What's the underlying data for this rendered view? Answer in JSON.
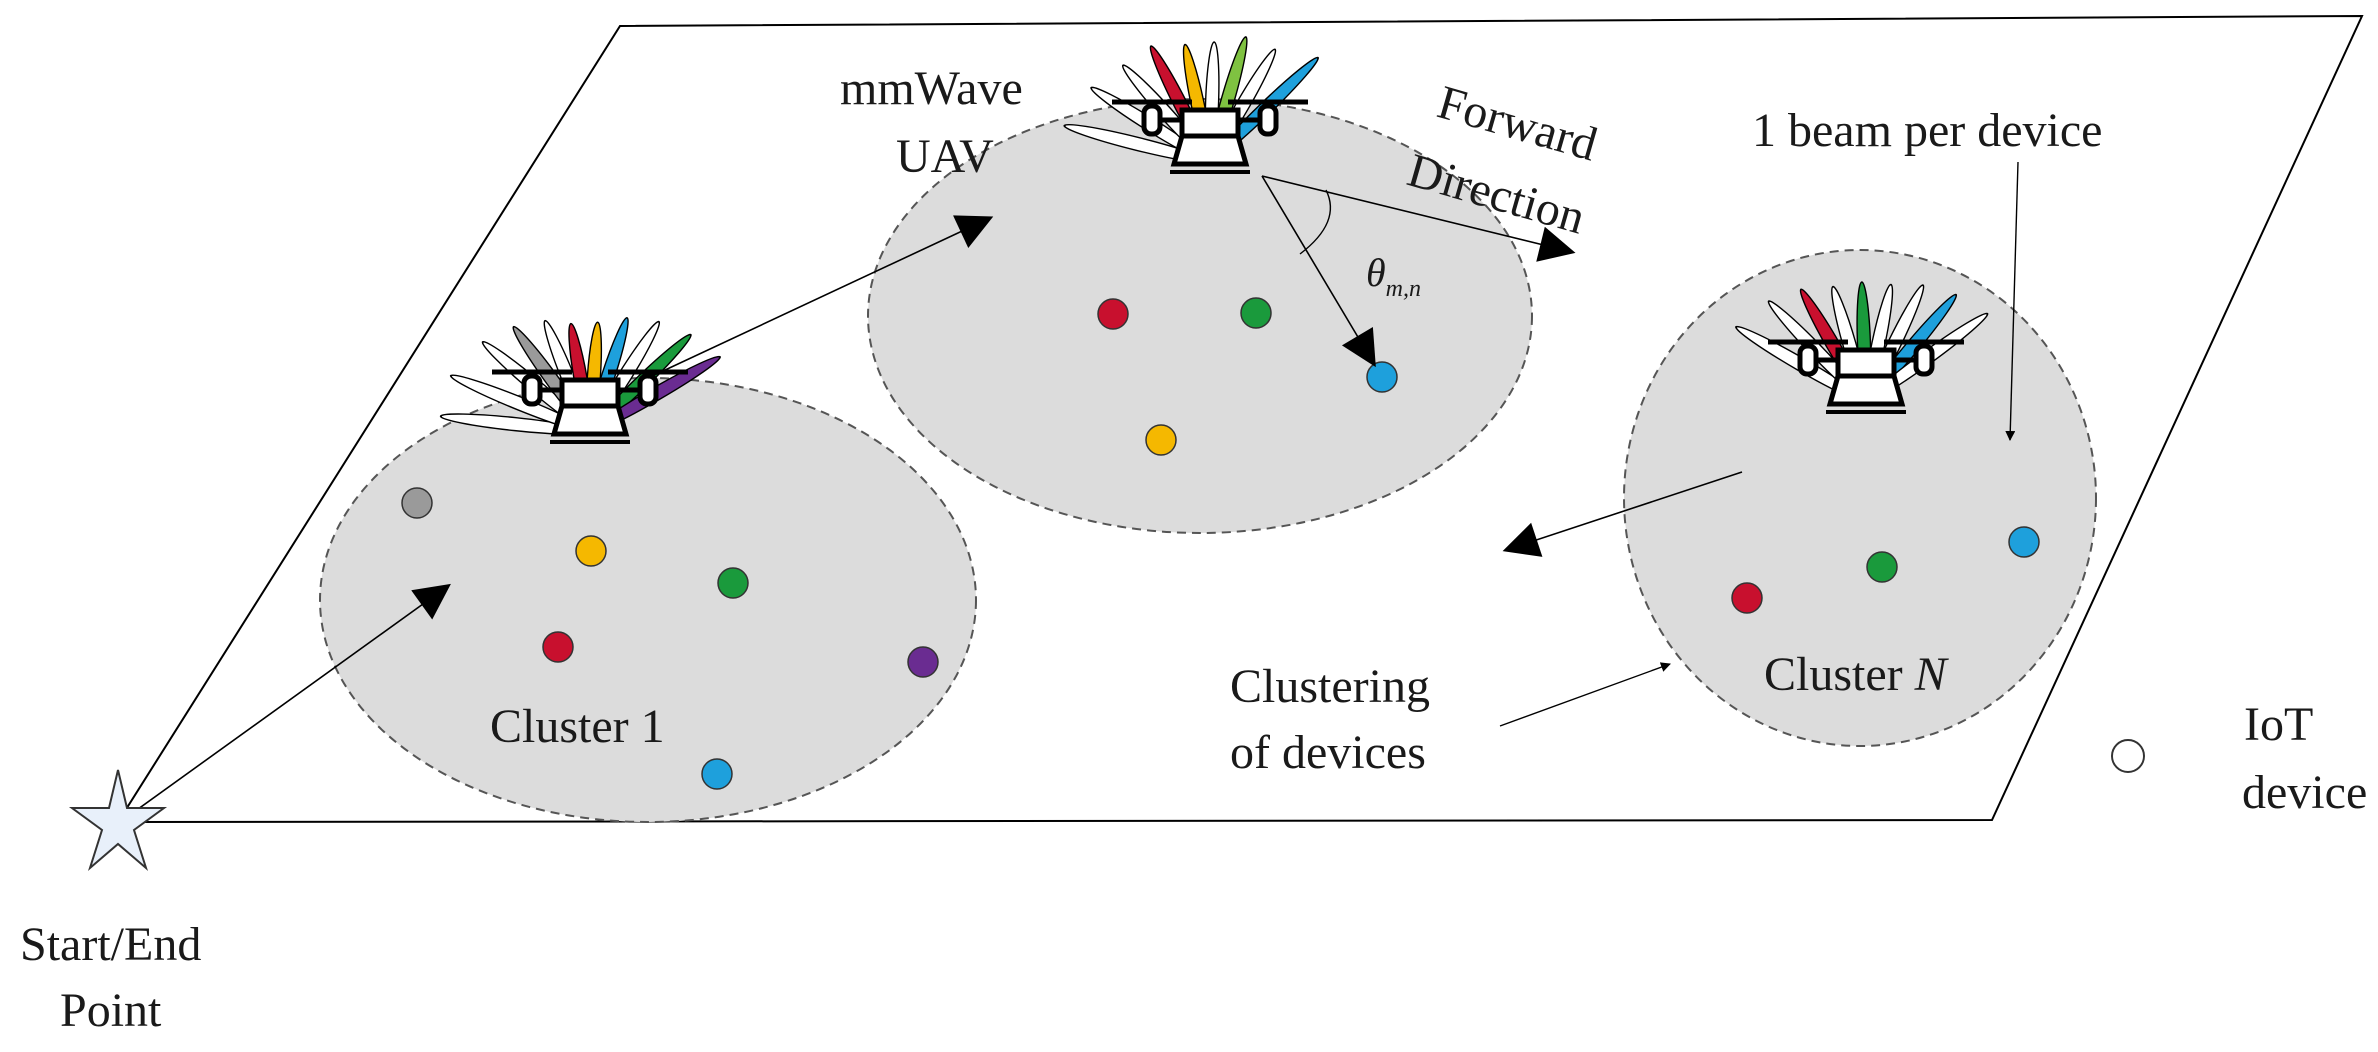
{
  "labels": {
    "start_end_line1": "Start/End",
    "start_end_line2": "Point",
    "cluster1": "Cluster 1",
    "clusterN_prefix": "Cluster ",
    "clusterN_var": "N",
    "mmwave_line1": "mmWave",
    "mmwave_line2": "UAV",
    "forward_line1": "Forward",
    "forward_line2": "Direction",
    "theta_symbol": "θ",
    "theta_sub": "m,n",
    "beam_per_device": "1 beam per device",
    "clustering_line1": "Clustering",
    "clustering_line2": "of devices",
    "iot_line1": "IoT",
    "iot_line2": "device"
  },
  "colors": {
    "red": "#c8102e",
    "yellow": "#f5b800",
    "green": "#1a9a3c",
    "blue": "#1ea0dc",
    "purple": "#6a2c91",
    "gray": "#9a9a9a",
    "lightgreen": "#7fc241",
    "cluster_fill": "#dcdcdc",
    "star_fill": "#e8f0fa"
  }
}
